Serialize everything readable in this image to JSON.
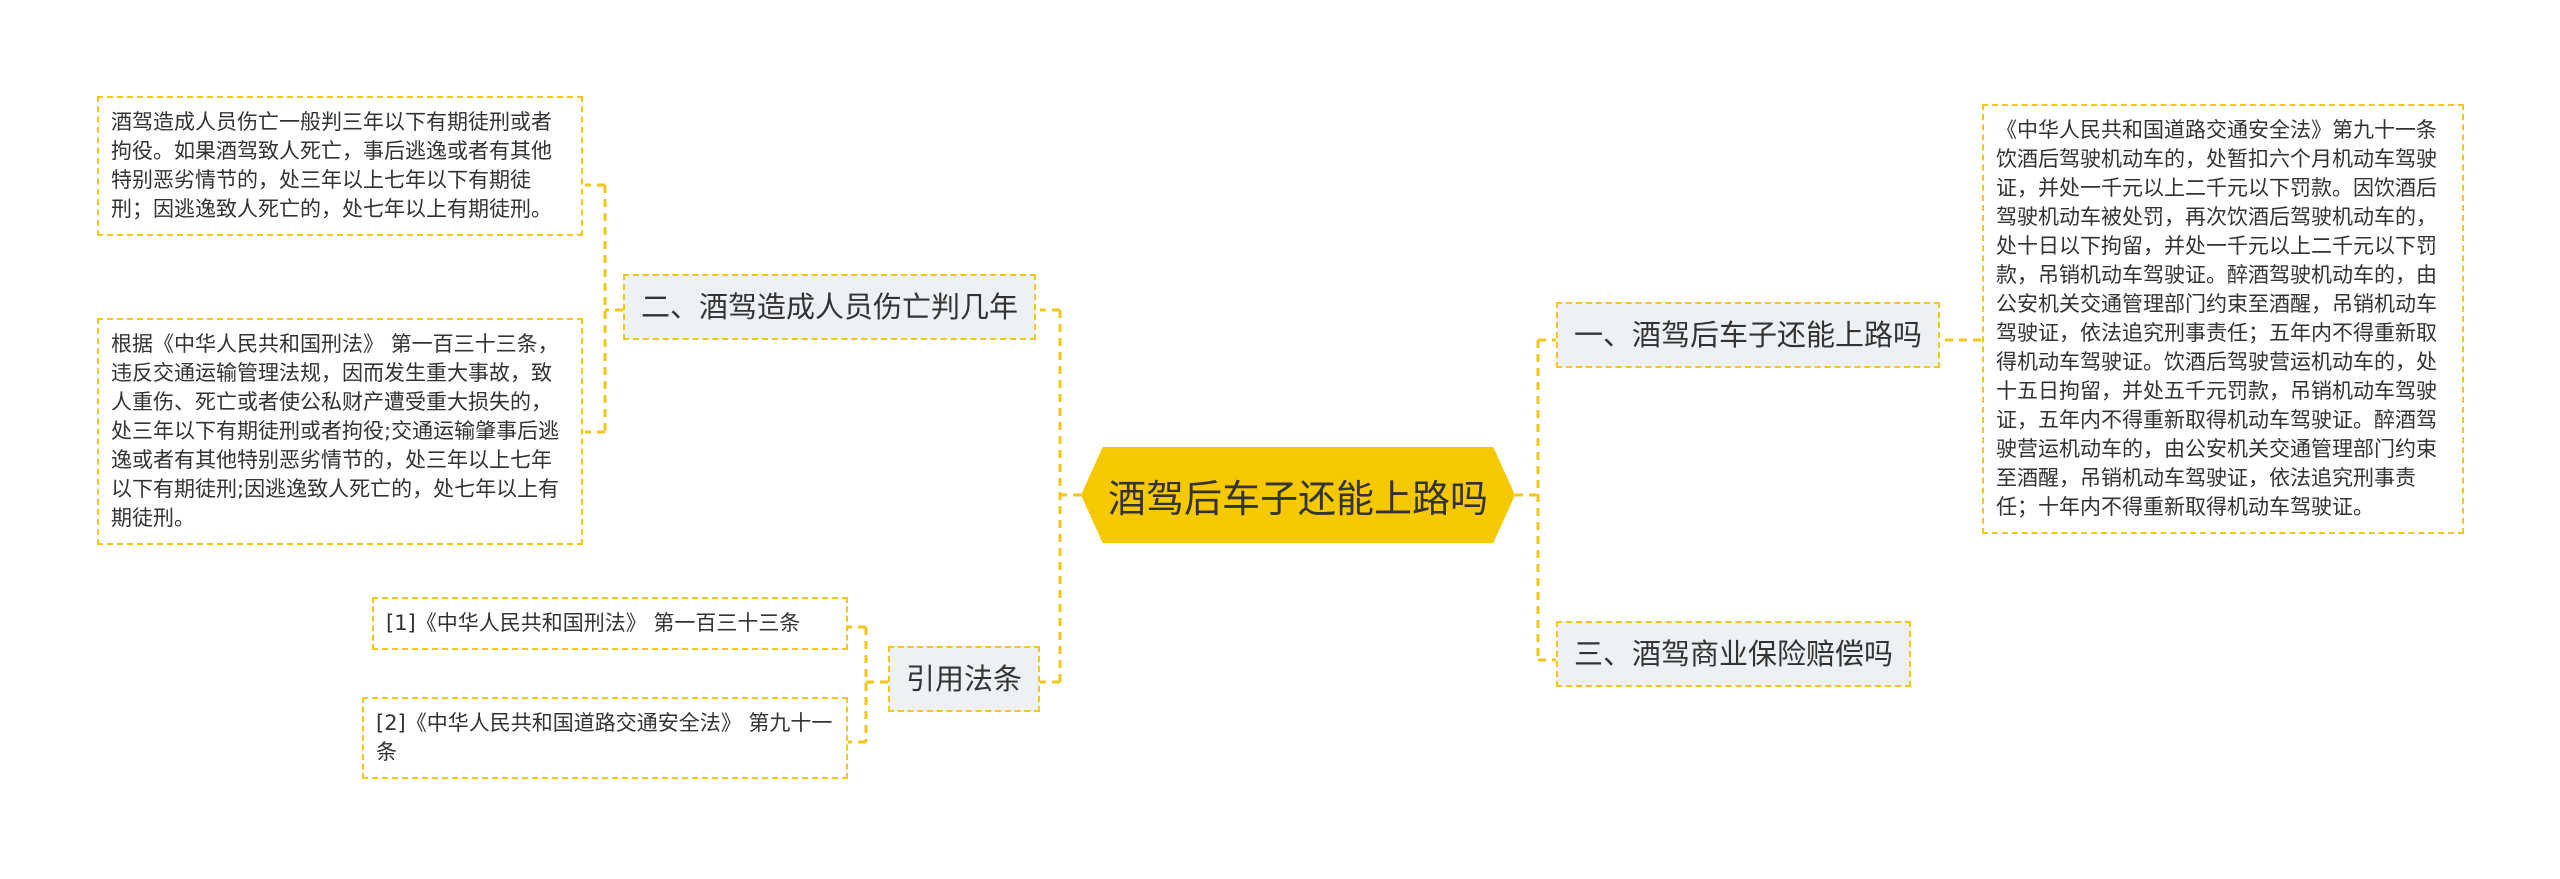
{
  "central": "酒驾后车子还能上路吗",
  "branches": {
    "b1": {
      "label": "一、酒驾后车子还能上路吗",
      "detail": "《中华人民共和国道路交通安全法》第九十一条饮酒后驾驶机动车的，处暂扣六个月机动车驾驶证，并处一千元以上二千元以下罚款。因饮酒后驾驶机动车被处罚，再次饮酒后驾驶机动车的，处十日以下拘留，并处一千元以上二千元以下罚款，吊销机动车驾驶证。醉酒驾驶机动车的，由公安机关交通管理部门约束至酒醒，吊销机动车驾驶证，依法追究刑事责任；五年内不得重新取得机动车驾驶证。饮酒后驾驶营运机动车的，处十五日拘留，并处五千元罚款，吊销机动车驾驶证，五年内不得重新取得机动车驾驶证。醉酒驾驶营运机动车的，由公安机关交通管理部门约束至酒醒，吊销机动车驾驶证，依法追究刑事责任；十年内不得重新取得机动车驾驶证。"
    },
    "b2": {
      "label": "二、酒驾造成人员伤亡判几年",
      "detail1": "酒驾造成人员伤亡一般判三年以下有期徒刑或者拘役。如果酒驾致人死亡，事后逃逸或者有其他特别恶劣情节的，处三年以上七年以下有期徒刑；因逃逸致人死亡的，处七年以上有期徒刑。",
      "detail2": "根据《中华人民共和国刑法》 第一百三十三条，违反交通运输管理法规，因而发生重大事故，致人重伤、死亡或者使公私财产遭受重大损失的，处三年以下有期徒刑或者拘役;交通运输肇事后逃逸或者有其他特别恶劣情节的，处三年以上七年以下有期徒刑;因逃逸致人死亡的，处七年以上有期徒刑。"
    },
    "b3": {
      "label": "三、酒驾商业保险赔偿吗"
    },
    "refs": {
      "label": "引用法条",
      "item1": "[1]《中华人民共和国刑法》 第一百三十三条",
      "item2": "[2]《中华人民共和国道路交通安全法》 第九十一条"
    }
  },
  "colors": {
    "central_fill": "#F5C800",
    "connector": "#F5C518",
    "topic_fill": "#EEF1F3",
    "text": "#333333"
  }
}
